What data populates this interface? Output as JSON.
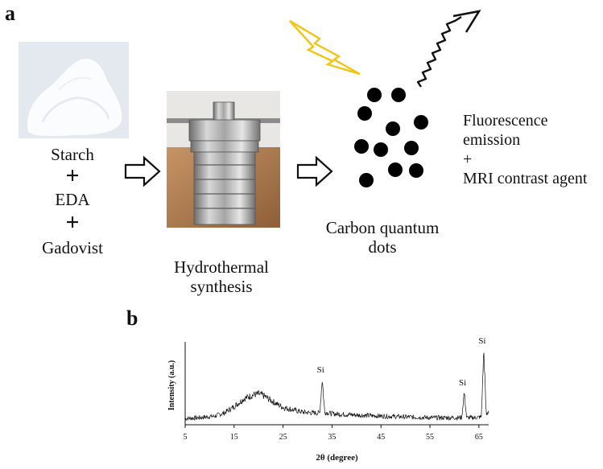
{
  "panel_a": {
    "letter": "a",
    "reagents": {
      "starch": "Starch",
      "plus1": "+",
      "eda": "EDA",
      "plus2": "+",
      "gadovist": "Gadovist"
    },
    "process": {
      "line1": "Hydrothermal",
      "line2": "synthesis"
    },
    "product": {
      "line1": "Carbon quantum",
      "line2": "dots"
    },
    "outcomes": {
      "line1": "Fluorescence",
      "line2": "emission",
      "plus": "+",
      "line3": "MRI contrast agent"
    },
    "colors": {
      "lightning": "#f2c40f",
      "dots": "#000000",
      "powder_bg": "#e4e9ef",
      "steel": "#9a9a9a",
      "wood": "#a9794e"
    }
  },
  "panel_b": {
    "letter": "b"
  },
  "chart_data": {
    "type": "line",
    "title": "",
    "xlabel": "2θ (degree)",
    "ylabel": "Intensity (a.u.)",
    "xlim": [
      5,
      67
    ],
    "x_ticks": [
      "5",
      "15",
      "25",
      "35",
      "45",
      "55",
      "65"
    ],
    "y_ticks": [],
    "grid": false,
    "legend": "none",
    "series": [
      {
        "x": [
          5,
          8,
          11,
          13,
          15,
          17,
          19,
          20,
          21,
          23,
          25,
          27,
          29,
          31,
          32.5,
          33,
          33.5,
          35,
          38,
          41,
          45,
          50,
          55,
          58,
          60,
          61.5,
          62,
          62.5,
          63,
          64,
          65.5,
          66,
          66.5,
          67
        ],
        "y": [
          0.08,
          0.09,
          0.11,
          0.15,
          0.23,
          0.33,
          0.38,
          0.39,
          0.37,
          0.29,
          0.22,
          0.19,
          0.16,
          0.15,
          0.15,
          0.58,
          0.16,
          0.14,
          0.13,
          0.12,
          0.11,
          0.1,
          0.09,
          0.09,
          0.09,
          0.09,
          0.42,
          0.09,
          0.09,
          0.09,
          0.1,
          0.95,
          0.12,
          0.18
        ]
      }
    ],
    "annotations": [
      {
        "text": "Si",
        "x": 33
      },
      {
        "text": "Si",
        "x": 62
      },
      {
        "text": "Si",
        "x": 66
      }
    ]
  }
}
